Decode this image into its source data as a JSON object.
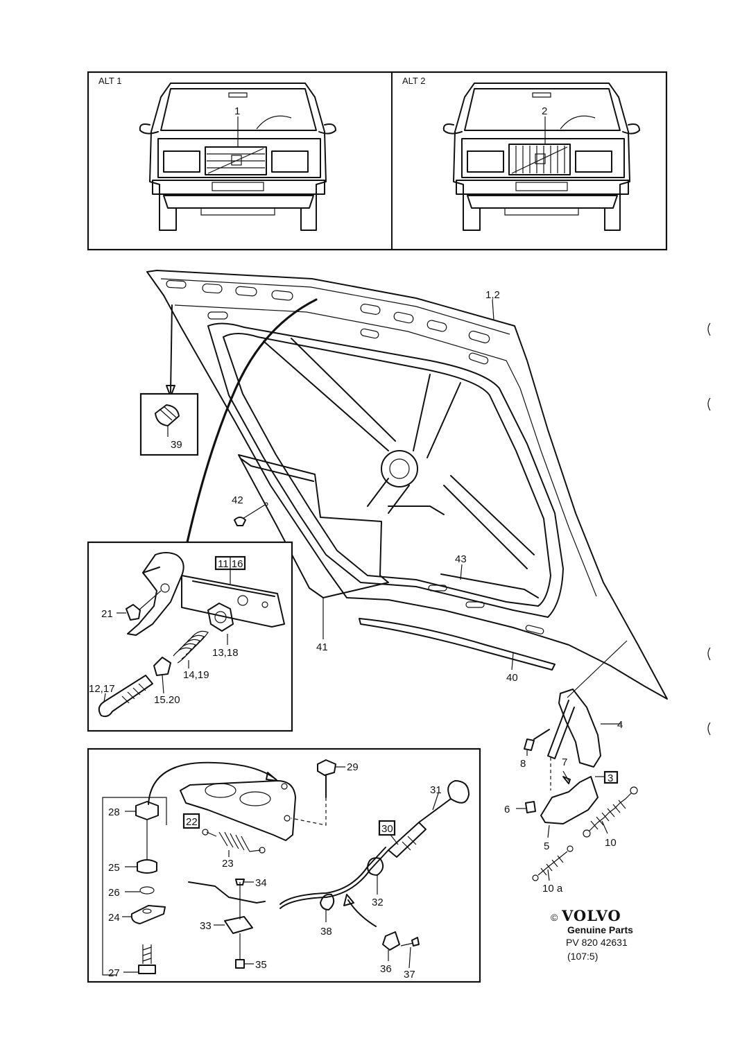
{
  "panels": {
    "alt1": {
      "label": "ALT 1",
      "part": "1"
    },
    "alt2": {
      "label": "ALT 2",
      "part": "2"
    }
  },
  "callouts": {
    "hood": "1,2",
    "buffer": "39",
    "screw": "42",
    "insulation": "41",
    "seal_43": "43",
    "seal_40": "40",
    "hinge": "4",
    "bolt_8": "8",
    "screw_7": "7",
    "ref_3": "3",
    "clip_6": "6",
    "bracket_5": "5",
    "spring_10": "10",
    "spring_10a": "10 a",
    "latch_ref": "11 16",
    "bolt_21": "21",
    "nut_13_18": "13,18",
    "spring_14_19": "14,19",
    "pin_12_17": "12,17",
    "sleeve_15_20": "15.20",
    "lock_22": "22",
    "bolt_29": "29",
    "spring_23": "23",
    "nut_28": "28",
    "bush_25": "25",
    "washer_26": "26",
    "plate_24": "24",
    "bolt_27": "27",
    "screw_34": "34",
    "clip_33": "33",
    "nut_35": "35",
    "handle_31": "31",
    "cable_30": "30",
    "grommet_32": "32",
    "grommet_38": "38",
    "clip_36": "36",
    "screw_37": "37"
  },
  "footer": {
    "copyright": "©",
    "brand": "VOLVO",
    "line1": "Genuine Parts",
    "line2": "PV 820 42631",
    "line3": "(107:5)"
  }
}
